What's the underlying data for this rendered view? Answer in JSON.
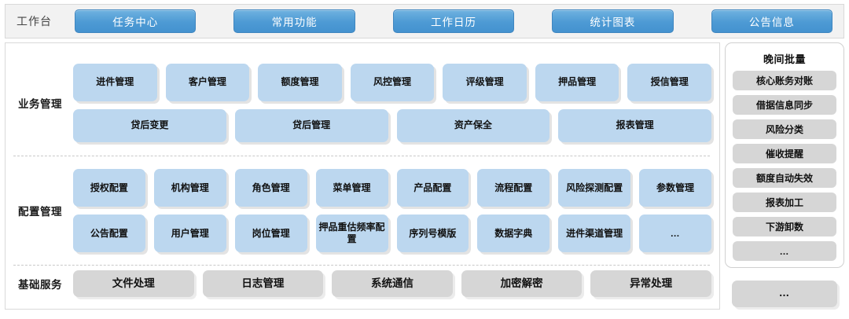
{
  "header": {
    "title": "工作台",
    "tabs": [
      {
        "label": "任务中心"
      },
      {
        "label": "常用功能"
      },
      {
        "label": "工作日历"
      },
      {
        "label": "统计图表"
      },
      {
        "label": "公告信息"
      }
    ]
  },
  "sections": [
    {
      "label": "业务管理",
      "rows": [
        [
          "进件管理",
          "客户管理",
          "额度管理",
          "风控管理",
          "评级管理",
          "押品管理",
          "授信管理"
        ],
        [
          "贷后变更",
          "贷后管理",
          "资产保全",
          "报表管理"
        ]
      ]
    },
    {
      "label": "配置管理",
      "rows": [
        [
          "授权配置",
          "机构管理",
          "角色管理",
          "菜单管理",
          "产品配置",
          "流程配置",
          "风险探测配置",
          "参数管理"
        ],
        [
          "公告配置",
          "用户管理",
          "岗位管理",
          "押品重估频率配置",
          "序列号模版",
          "数据字典",
          "进件渠道管理",
          "…"
        ]
      ]
    },
    {
      "label": "基础服务",
      "rows": [
        [
          "文件处理",
          "日志管理",
          "系统通信",
          "加密解密",
          "异常处理"
        ]
      ]
    }
  ],
  "batch_panel": {
    "title": "晚间批量",
    "items": [
      "核心账务对账",
      "借据信息同步",
      "风险分类",
      "催收提醒",
      "额度自动失效",
      "报表加工",
      "下游卸数",
      "…"
    ]
  },
  "base_right": {
    "label": "…"
  },
  "colors": {
    "tab_blue": "#4d9ad4",
    "cell_blue": "#bcd7ef",
    "cell_grey": "#d6d6d6",
    "topbar_bg": "#f2f2f2",
    "border": "#d9d9d9"
  }
}
